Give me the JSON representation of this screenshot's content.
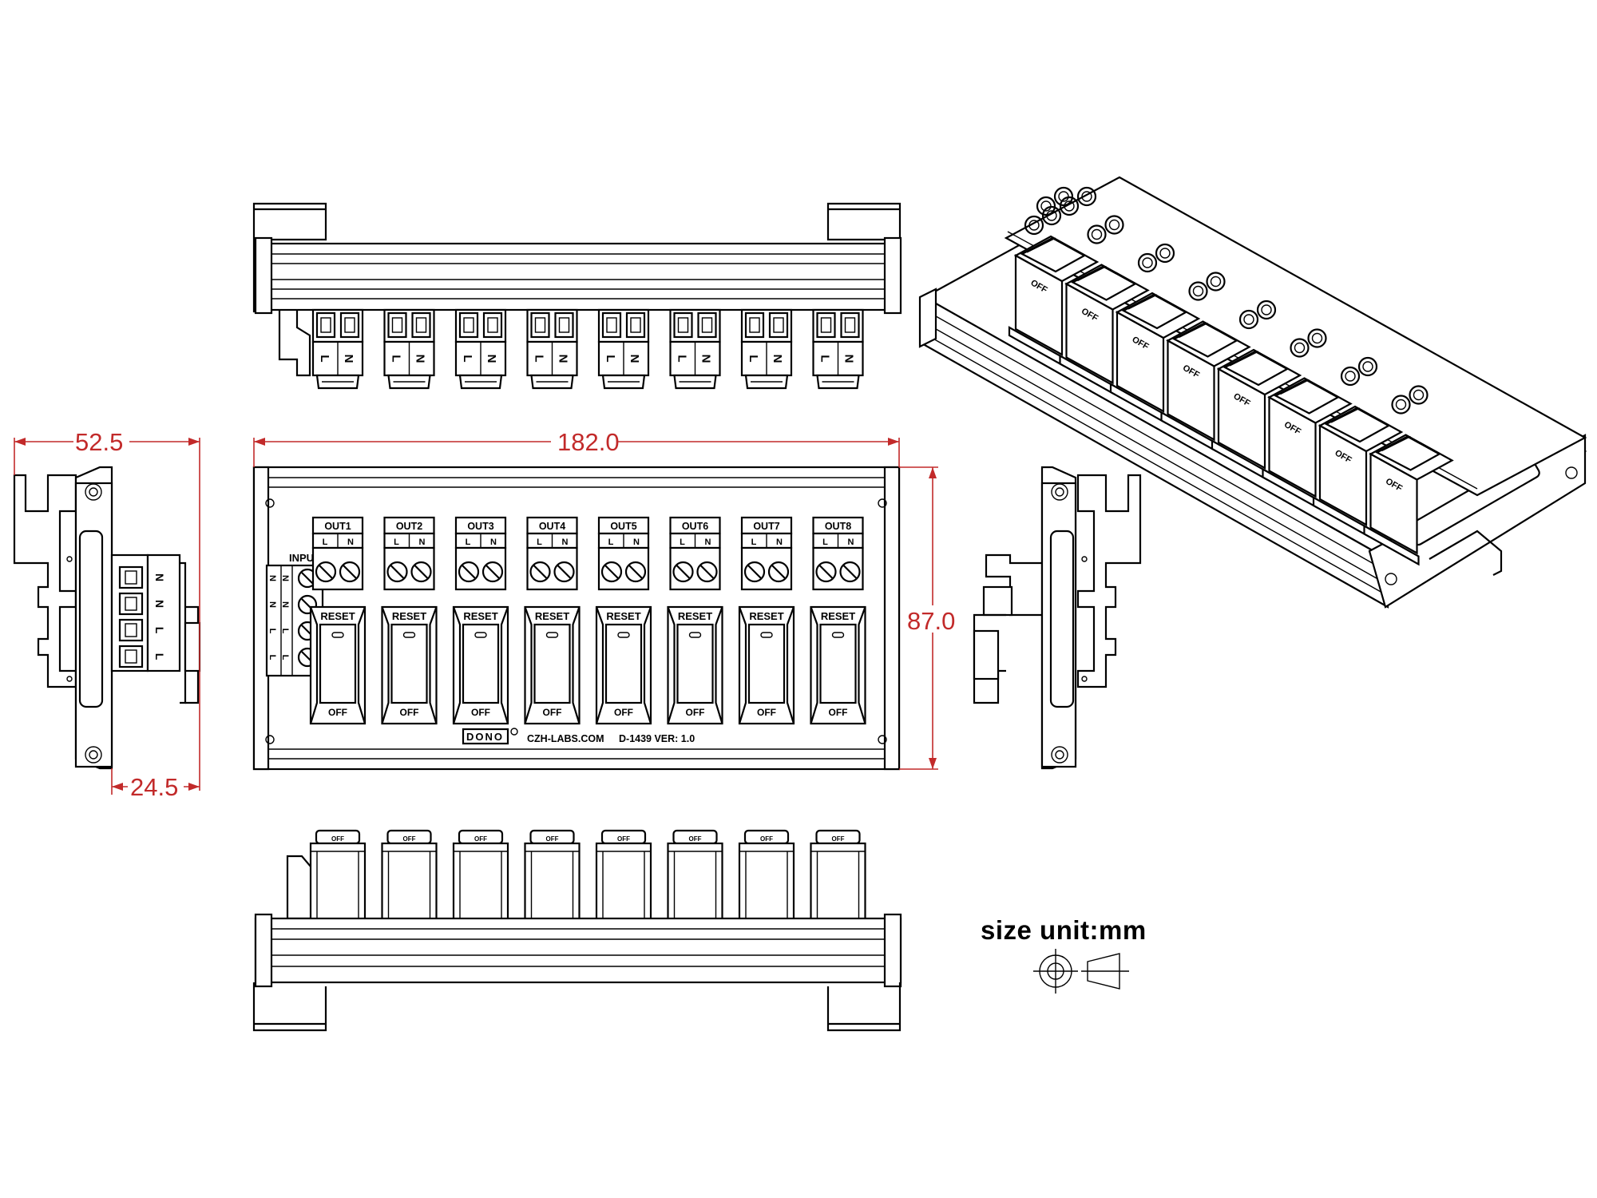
{
  "dimensions": {
    "length": "182.0",
    "height": "87.0",
    "depth": "52.5",
    "depth_front": "24.5"
  },
  "panel": {
    "input_label": "INPUT",
    "input_terminals": [
      "N",
      "N",
      "L",
      "L"
    ],
    "outputs": [
      "OUT1",
      "OUT2",
      "OUT3",
      "OUT4",
      "OUT5",
      "OUT6",
      "OUT7",
      "OUT8"
    ],
    "pole_labels": [
      "L",
      "N"
    ],
    "reset_label": "RESET",
    "off_label": "OFF",
    "brand": "DONO",
    "website": "CZH-LABS.COM",
    "model": "D-1439  VER: 1.0"
  },
  "top_terminal_labels": [
    "L",
    "N"
  ],
  "side_terminal_labels": [
    "N",
    "N",
    "L",
    "L"
  ],
  "size_unit": "size unit:mm"
}
